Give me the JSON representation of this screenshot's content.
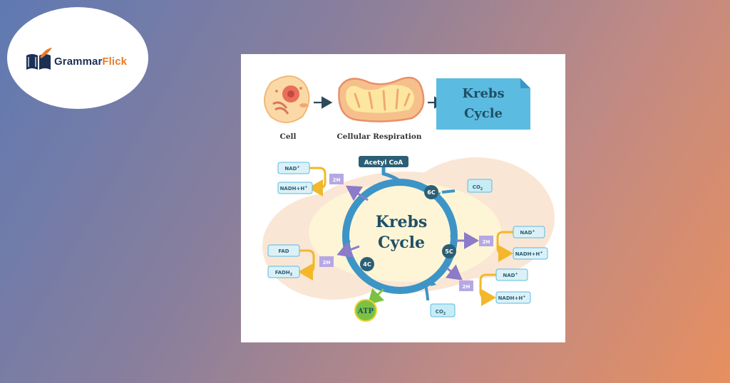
{
  "logo": {
    "part1": "Grammar",
    "part2": "Flick",
    "icon": "open-book-quill-icon",
    "colors": {
      "navy": "#1c2f55",
      "orange": "#ea7a25"
    }
  },
  "diagram": {
    "top_row": {
      "cell_label": "Cell",
      "respiration_label": "Cellular Respiration",
      "title_line1": "Krebs",
      "title_line2": "Cycle"
    },
    "cycle": {
      "center_line1": "Krebs",
      "center_line2": "Cycle",
      "input_label": "Acetyl CoA",
      "nodes": {
        "six_c": "6C",
        "five_c": "5C",
        "four_c": "4C"
      },
      "products": {
        "co2_top": "CO",
        "co2_bottom": "CO",
        "atp": "ATP",
        "h_left_top": "2H",
        "h_left_bottom": "2H",
        "h_right_top": "2H",
        "h_right_bottom": "2H"
      },
      "carriers": {
        "nad_left": "NAD",
        "nadh_left": "NADH+H",
        "fad": "FAD",
        "fadh": "FADH",
        "nad_right_top": "NAD",
        "nadh_right_top": "NADH+H",
        "nad_right_bottom": "NAD",
        "nadh_right_bottom": "NADH+H"
      },
      "subscripts": {
        "two": "2"
      },
      "superscripts": {
        "plus": "+"
      }
    },
    "colors": {
      "cycle_blue": "#3d94c6",
      "title_box": "#5bbbe0",
      "node_dark": "#2c5f74",
      "arrow_purple": "#8b7bc8",
      "arrow_yellow": "#f2b829",
      "atp_green": "#7cc242",
      "carrier_box": "#dbf1f7"
    }
  }
}
